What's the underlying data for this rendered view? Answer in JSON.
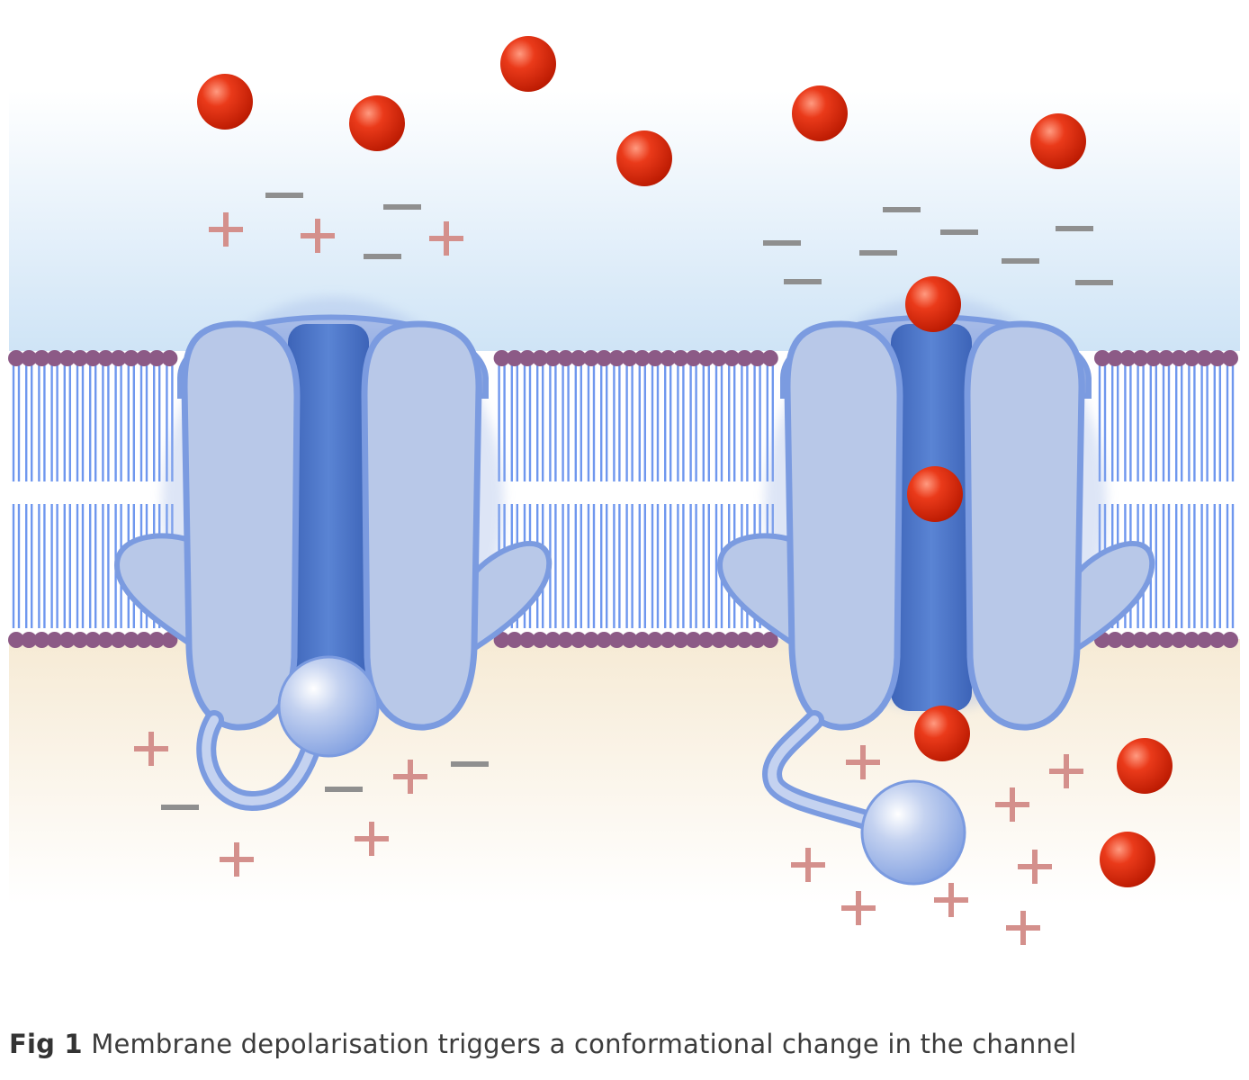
{
  "caption": {
    "label": "Fig 1",
    "text": "Membrane depolarisation triggers a conformational change in the channel"
  },
  "channels": [
    {
      "state": "closed"
    },
    {
      "state": "open"
    }
  ],
  "colors": {
    "ion": "#dd2a10",
    "channel_body": "#b8c8e8",
    "channel_outline": "#7b9be0",
    "pore": "#4b74c8",
    "phospholipid_head": "#8c5a86",
    "lipid_tail": "#6f97ee",
    "plus_sign": "#d4908c",
    "minus_sign": "#8f8f8f"
  },
  "icons": {
    "ion": "sodium-ion-icon",
    "plus": "positive-charge-icon",
    "minus": "negative-charge-icon"
  }
}
